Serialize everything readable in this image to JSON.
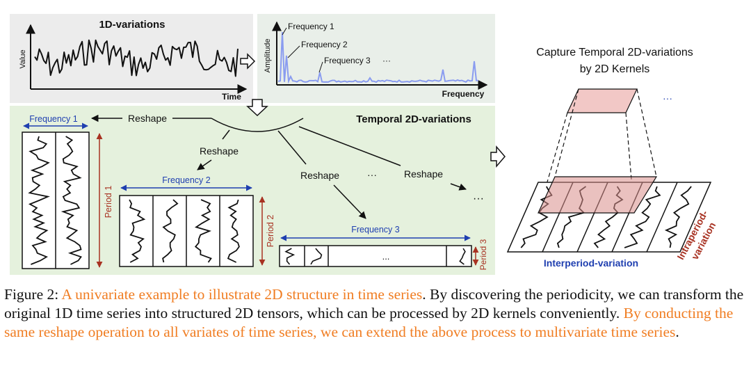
{
  "panels": {
    "oned": {
      "title": "1D-variations",
      "ylabel": "Value",
      "xlabel": "Time"
    },
    "freq": {
      "ylabel": "Amplitude",
      "xlabel": "Frequency",
      "f1": "Frequency 1",
      "f2": "Frequency 2",
      "f3": "Frequency 3",
      "f3_dots": "···"
    },
    "temporal": {
      "title": "Temporal 2D-variations"
    },
    "right": {
      "title_line1": "Capture Temporal 2D-variations",
      "title_line2": "by 2D Kernels",
      "dots": "···",
      "interperiod": "Interperiod-variation",
      "intra_line1": "Intraperiod-",
      "intra_line2": "variation"
    }
  },
  "reshape": {
    "label": "Reshape",
    "dots": "···"
  },
  "tensors": {
    "t1": {
      "freq": "Frequency 1",
      "period": "Period 1"
    },
    "t2": {
      "freq": "Frequency 2",
      "period": "Period 2"
    },
    "t3": {
      "freq": "Frequency 3",
      "period": "Period 3",
      "dots": "..."
    }
  },
  "caption": {
    "prefix": "Figure 2: ",
    "hl1": "A univariate example to illustrate 2D structure in time series",
    "mid": ". By discovering the periodicity, we can transform the original 1D time series into structured 2D tensors, which can be processed by 2D kernels conveniently. ",
    "hl2": "By conducting the same reshape operation to all variates of time series, we can extend the above process to multivariate time series",
    "end": "."
  },
  "colors": {
    "blue": "#1f3fb0",
    "red": "#a83222",
    "orange": "#f07d22",
    "green_bg": "#e5f1dd",
    "gray_bg": "#ececec",
    "light_gray_bg": "#e9efe9",
    "spectrum": "#8a9cf0",
    "kernel": "#e8a8a6"
  }
}
